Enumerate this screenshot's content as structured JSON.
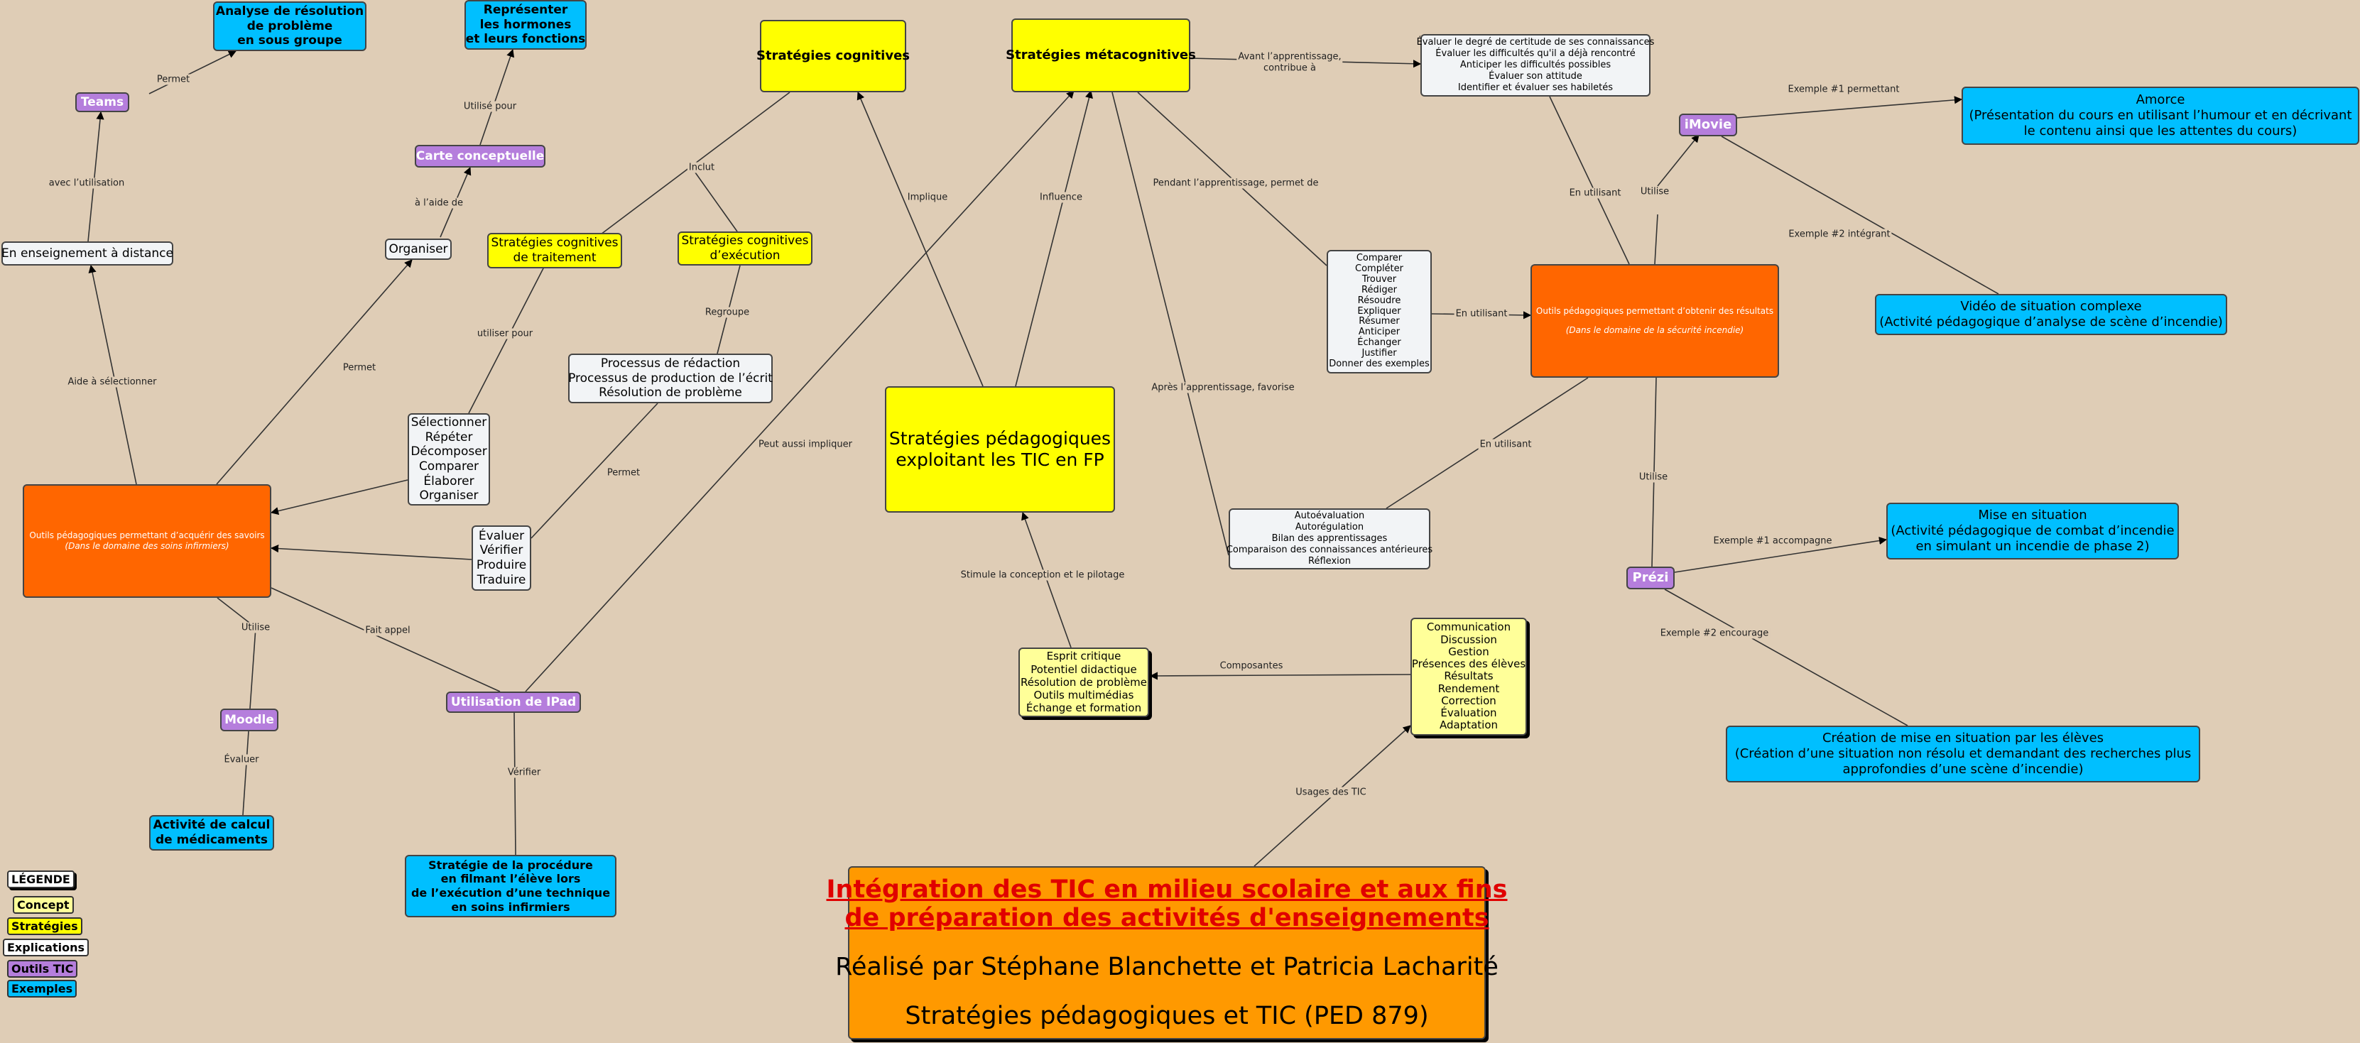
{
  "nodes": {
    "teams": "Teams",
    "analyse": [
      "Analyse de résolution",
      "de problème",
      "en sous groupe"
    ],
    "hormones": [
      "Représenter",
      "les hormones",
      "et leurs fonctions"
    ],
    "carte": "Carte conceptuelle",
    "organiser": "Organiser",
    "distance": "En enseignement à distance",
    "strat_cog": "Stratégies cognitives",
    "strat_meta": "Stratégies métacognitives",
    "cog_traitement": [
      "Stratégies cognitives",
      "de traitement"
    ],
    "cog_execution": [
      "Stratégies cognitives",
      "d’exécution"
    ],
    "processus": [
      "Processus de rédaction",
      "Processus de production de l’écrit",
      "Résolution de problème"
    ],
    "selectionner": [
      "Sélectionner",
      "Répéter",
      "Décomposer",
      "Comparer",
      "Élaborer",
      "Organiser"
    ],
    "evaluer": [
      "Évaluer",
      "Vérifier",
      "Produire",
      "Traduire"
    ],
    "outils_savoirs": [
      "Outils pédagogiques permettant d’acquérir des savoirs",
      "(Dans le domaine des soins infirmiers)"
    ],
    "central": [
      "Stratégies pédagogiques",
      "exploitant les TIC en FP"
    ],
    "evaluer_degre": [
      "Évaluer le degré de certitude de ses connaissances",
      "Évaluer les difficultés qu'il a déjà rencontré",
      "Anticiper les difficultés possibles",
      "Évaluer son attitude",
      "Identifier et évaluer ses habiletés"
    ],
    "comparer": [
      "Comparer",
      "Compléter",
      "Trouver",
      "Rédiger",
      "Résoudre",
      "Expliquer",
      "Résumer",
      "Anticiper",
      "Échanger",
      "Justifier",
      "Donner des exemples"
    ],
    "autoevaluation": [
      "Autoévaluation",
      "Autorégulation",
      "Bilan des apprentissages",
      "Comparaison des connaissances antérieures",
      "Réflexion"
    ],
    "outils_resultats": [
      "Outils pédagogiques permettant d’obtenir des résultats",
      "(Dans le domaine de la sécurité incendie)"
    ],
    "imovie": "iMovie",
    "prezi": "Prézi",
    "amorce": [
      "Amorce",
      "(Présentation du cours en utilisant l’humour et en décrivant",
      "le contenu ainsi que les attentes du cours)"
    ],
    "video": [
      "Vidéo de situation complexe",
      "(Activité pédagogique d’analyse de scène d’incendie)"
    ],
    "mise_situation": [
      "Mise en situation",
      "(Activité pédagogique de combat d’incendie",
      "en simulant un incendie de phase 2)"
    ],
    "creation": [
      "Création de mise en situation par les élèves",
      "(Création d’une situation non résolu et demandant des recherches plus",
      "approfondies d’une scène d’incendie)"
    ],
    "esprit": [
      "Esprit critique",
      "Potentiel didactique",
      "Résolution de problème",
      "Outils multimédias",
      "Échange et formation"
    ],
    "communication": [
      "Communication",
      "Discussion",
      "Gestion",
      "Présences des élèves",
      "Résultats",
      "Rendement",
      "Correction",
      "Évaluation",
      "Adaptation"
    ],
    "ipad": "Utilisation de IPad",
    "moodle": "Moodle",
    "calcul": [
      "Activité de calcul",
      "de médicaments"
    ],
    "procedure": [
      "Stratégie de la procédure",
      "en filmant l’élève lors",
      "de l’exécution d’une technique",
      "en soins infirmiers"
    ]
  },
  "title": {
    "line1": "Intégration des TIC en milieu scolaire et aux fins",
    "line2": "de préparation des activités d'enseignements",
    "line3": "Réalisé par Stéphane Blanchette et Patricia Lacharité",
    "line4": "Stratégies pédagogiques et TIC (PED 879)"
  },
  "legend": {
    "heading": "LÉGENDE",
    "concept": "Concept",
    "strategies": "Stratégies",
    "explications": "Explications",
    "outils": "Outils TIC",
    "exemples": "Exemples"
  },
  "edge_labels": {
    "permet_teams": "Permet",
    "avec_utilisation": "avec l’utilisation",
    "aide_selectionner": "Aide à sélectionner",
    "permet_organiser": "Permet",
    "a_laide_de": "à l’aide de",
    "utilise_pour": "Utilisé pour",
    "utiliser_pour": "utiliser pour",
    "inclut": "Inclut",
    "regroupe": "Regroupe",
    "permet_evaluer": "Permet",
    "implique": "Implique",
    "influence": "Influence",
    "peut_aussi": "Peut aussi impliquer",
    "avant": [
      "Avant l’apprentissage,",
      "contribue à"
    ],
    "pendant": "Pendant l’apprentissage, permet de",
    "apres": "Après l’apprentissage, favorise",
    "en_utilisant_1": "En utilisant",
    "en_utilisant_2": "En utilisant",
    "en_utilisant_3": "En utilisant",
    "utilise_imovie": "Utilise",
    "utilise_prezi": "Utilise",
    "ex1_permettant": "Exemple #1 permettant",
    "ex2_integrant": "Exemple #2 intégrant",
    "ex1_accompagne": "Exemple #1 accompagne",
    "ex2_encourage": "Exemple #2 encourage",
    "stimule": "Stimule la conception et le pilotage",
    "composantes": "Composantes",
    "usages": "Usages des TIC",
    "utilise_moodle": "Utilise",
    "evaluer_moodle": "Évaluer",
    "fait_appel": "Fait appel",
    "verifier": "Vérifier"
  },
  "colors": {
    "background": "#dfcdb6",
    "concept": "#ffff00",
    "outils_pedagogiques": "#ff6600",
    "outils_tic": "#b57edc",
    "exemples": "#00bfff",
    "explications": "#f2f4f6",
    "title_box": "#ff9900",
    "title_text": "#e00000"
  }
}
